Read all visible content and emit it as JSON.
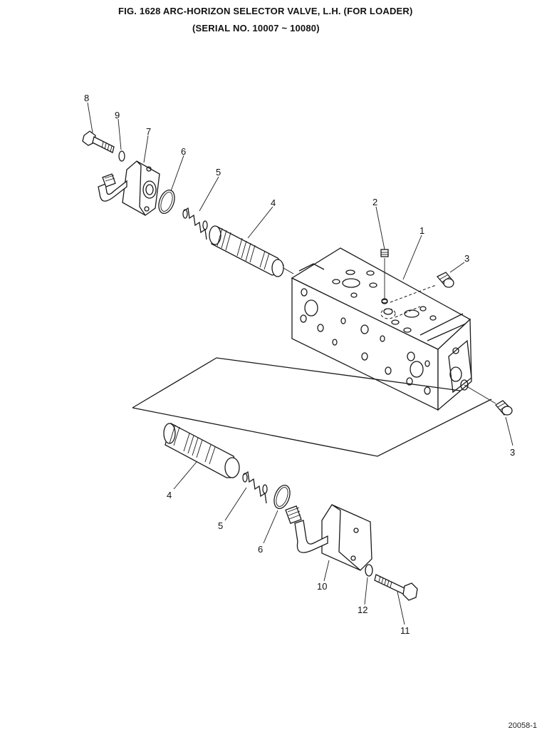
{
  "header": {
    "title": "FIG. 1628   ARC-HORIZON SELECTOR VALVE, L.H. (FOR LOADER)",
    "serial": "(SERIAL NO. 10007 ~ 10080)"
  },
  "callouts": {
    "c1": "1",
    "c2": "2",
    "c3a": "3",
    "c3b": "3",
    "c4a": "4",
    "c4b": "4",
    "c5a": "5",
    "c5b": "5",
    "c6a": "6",
    "c6b": "6",
    "c7": "7",
    "c8": "8",
    "c9": "9",
    "c10": "10",
    "c11": "11",
    "c12": "12"
  },
  "footer": {
    "code": "20058-1"
  }
}
